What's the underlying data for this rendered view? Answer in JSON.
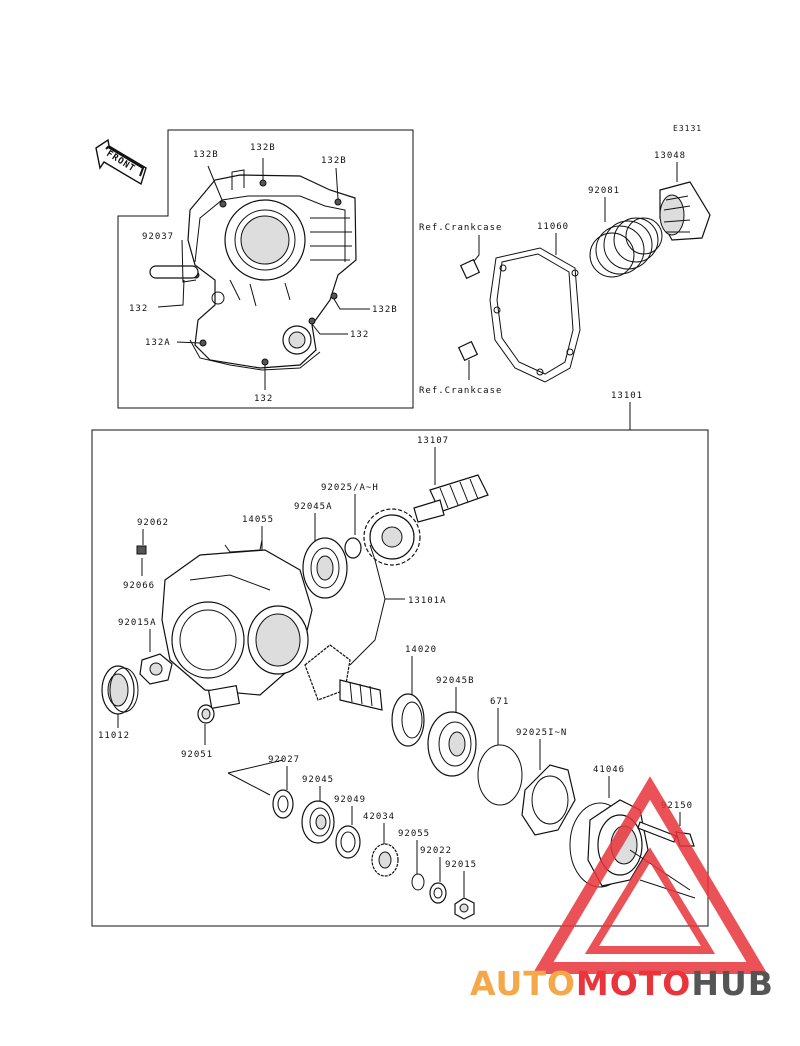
{
  "diagram_code": "E3131",
  "front_label": "FRONT",
  "labels": {
    "p13048": "13048",
    "p92081": "92081",
    "p11060": "11060",
    "ref_crankcase_top": "Ref.Crankcase",
    "ref_crankcase_bottom": "Ref.Crankcase",
    "b132b_1": "132B",
    "b132b_2": "132B",
    "b132b_3": "132B",
    "b132b_4": "132B",
    "p92037": "92037",
    "b132_1": "132",
    "b132_2": "132",
    "b132_3": "132",
    "b132a": "132A",
    "p13101": "13101",
    "p13107": "13107",
    "p92025ah": "92025/A~H",
    "p92045a": "92045A",
    "p14055": "14055",
    "p92062": "92062",
    "p92066": "92066",
    "p13101a": "13101A",
    "p92015a": "92015A",
    "p11012": "11012",
    "p92051": "92051",
    "p14020": "14020",
    "p92045b": "92045B",
    "p671": "671",
    "p92025in": "92025I~N",
    "p41046": "41046",
    "p92150": "92150",
    "p92027": "92027",
    "p92045": "92045",
    "p92049": "92049",
    "p42034": "42034",
    "p92055": "92055",
    "p92022": "92022",
    "p92015": "92015"
  },
  "watermark": {
    "part1": "AUTO",
    "part2": "MOTO",
    "part3": "HUB",
    "color1": "#f5a84a",
    "color2": "#e8343a",
    "color3": "#555555"
  }
}
